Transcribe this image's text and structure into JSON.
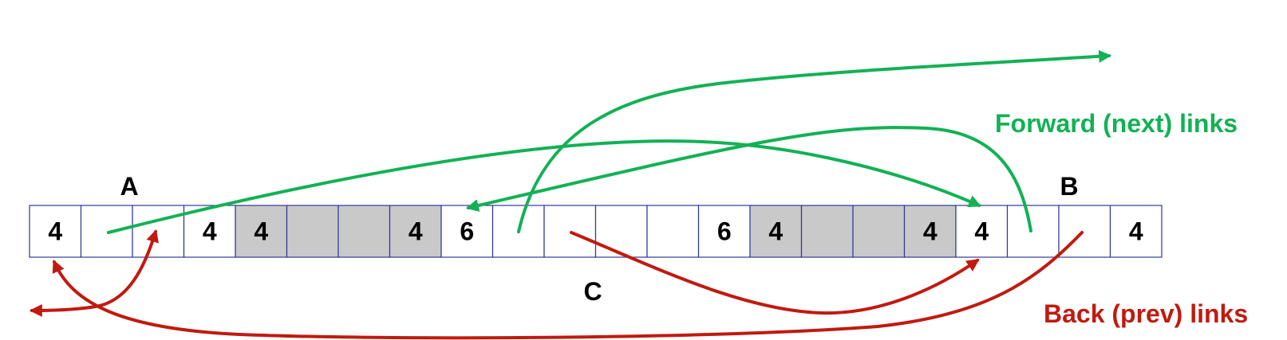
{
  "legend": {
    "forward_label": "Forward (next) links",
    "back_label": "Back (prev) links"
  },
  "block_labels": {
    "a": "A",
    "b": "B",
    "c": "C"
  },
  "colors": {
    "forward": "#12b155",
    "back": "#c01a10",
    "allocated_fill": "#c9c9c9",
    "free_fill": "#ffffff",
    "cell_border": "#2f3a96"
  },
  "cells": [
    {
      "text": "4",
      "shaded": false
    },
    {
      "text": "",
      "shaded": false
    },
    {
      "text": "",
      "shaded": false
    },
    {
      "text": "4",
      "shaded": false
    },
    {
      "text": "4",
      "shaded": true
    },
    {
      "text": "",
      "shaded": true
    },
    {
      "text": "",
      "shaded": true
    },
    {
      "text": "4",
      "shaded": true
    },
    {
      "text": "6",
      "shaded": false
    },
    {
      "text": "",
      "shaded": false
    },
    {
      "text": "",
      "shaded": false
    },
    {
      "text": "",
      "shaded": false
    },
    {
      "text": "",
      "shaded": false
    },
    {
      "text": "6",
      "shaded": false
    },
    {
      "text": "4",
      "shaded": true
    },
    {
      "text": "",
      "shaded": true
    },
    {
      "text": "",
      "shaded": true
    },
    {
      "text": "4",
      "shaded": true
    },
    {
      "text": "4",
      "shaded": false
    },
    {
      "text": "",
      "shaded": false
    },
    {
      "text": "",
      "shaded": false
    },
    {
      "text": "4",
      "shaded": false
    }
  ]
}
